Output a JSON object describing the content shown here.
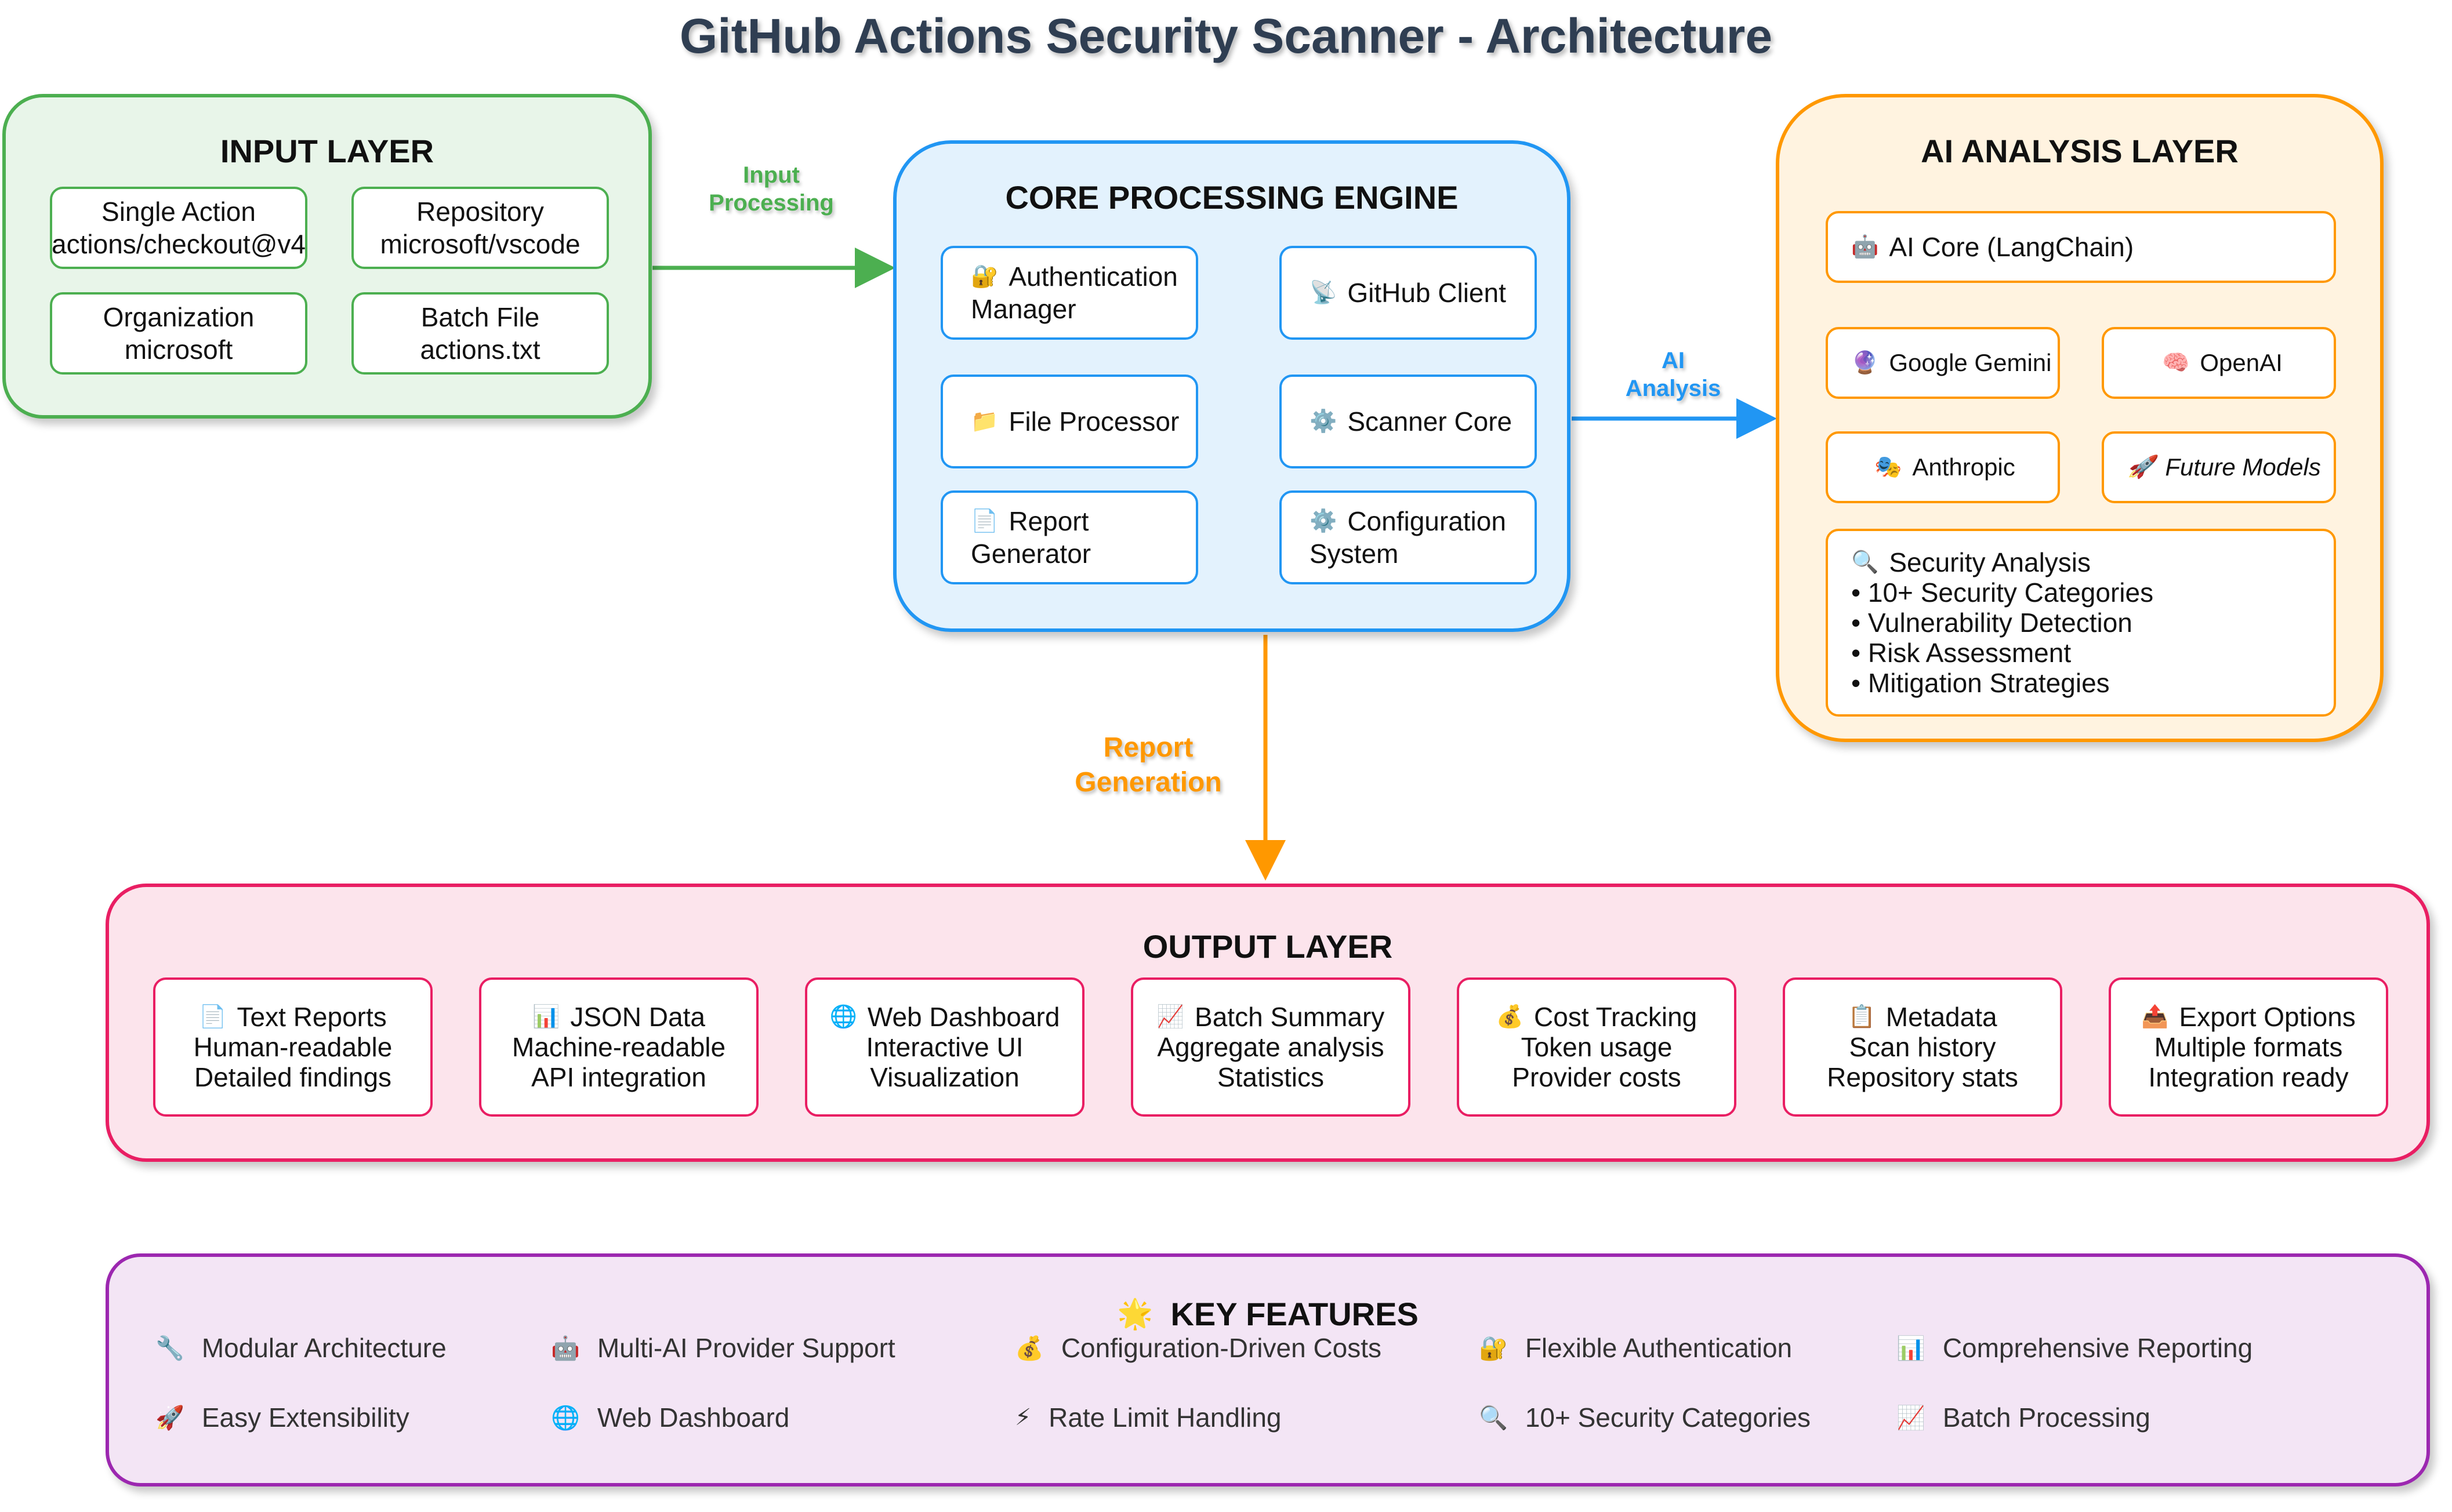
{
  "title": "GitHub Actions Security Scanner - Architecture",
  "input_layer": {
    "title": "INPUT LAYER",
    "items": [
      {
        "line1": "Single Action",
        "line2": "actions/checkout@v4"
      },
      {
        "line1": "Repository",
        "line2": "microsoft/vscode"
      },
      {
        "line1": "Organization",
        "line2": "microsoft"
      },
      {
        "line1": "Batch File",
        "line2": "actions.txt"
      }
    ]
  },
  "core_engine": {
    "title": "CORE PROCESSING ENGINE",
    "items": [
      {
        "icon": "🔐",
        "line1": "Authentication",
        "line2": "Manager"
      },
      {
        "icon": "📡",
        "line1": "GitHub Client",
        "line2": ""
      },
      {
        "icon": "📁",
        "line1": "File Processor",
        "line2": ""
      },
      {
        "icon": "⚙️",
        "line1": "Scanner Core",
        "line2": ""
      },
      {
        "icon": "📄",
        "line1": "Report",
        "line2": "Generator"
      },
      {
        "icon": "⚙️",
        "line1": "Configuration",
        "line2": "System"
      }
    ]
  },
  "ai_layer": {
    "title": "AI ANALYSIS LAYER",
    "core": {
      "icon": "🤖",
      "label": "AI Core (LangChain)"
    },
    "providers": [
      {
        "icon": "🔮",
        "label": "Google Gemini"
      },
      {
        "icon": "🧠",
        "label": "OpenAI"
      },
      {
        "icon": "🎭",
        "label": "Anthropic"
      },
      {
        "icon": "🚀",
        "label": "Future Models"
      }
    ],
    "analysis": {
      "icon": "🔍",
      "title": "Security Analysis",
      "bullets": [
        "• 10+ Security Categories",
        "• Vulnerability Detection",
        "• Risk Assessment",
        "• Mitigation Strategies"
      ]
    }
  },
  "connectors": {
    "input": {
      "line1": "Input",
      "line2": "Processing",
      "color": "#4caf50"
    },
    "ai": {
      "line1": "AI",
      "line2": "Analysis",
      "color": "#2196f3"
    },
    "report": {
      "line1": "Report",
      "line2": "Generation",
      "color": "#ff9800"
    }
  },
  "output_layer": {
    "title": "OUTPUT LAYER",
    "items": [
      {
        "icon": "📄",
        "line1": "Text Reports",
        "line2": "Human-readable",
        "line3": "Detailed findings"
      },
      {
        "icon": "📊",
        "line1": "JSON Data",
        "line2": "Machine-readable",
        "line3": "API integration"
      },
      {
        "icon": "🌐",
        "line1": "Web Dashboard",
        "line2": "Interactive UI",
        "line3": "Visualization"
      },
      {
        "icon": "📈",
        "line1": "Batch Summary",
        "line2": "Aggregate analysis",
        "line3": "Statistics"
      },
      {
        "icon": "💰",
        "line1": "Cost Tracking",
        "line2": "Token usage",
        "line3": "Provider costs"
      },
      {
        "icon": "📋",
        "line1": "Metadata",
        "line2": "Scan history",
        "line3": "Repository stats"
      },
      {
        "icon": "📤",
        "line1": "Export Options",
        "line2": "Multiple formats",
        "line3": "Integration ready"
      }
    ]
  },
  "key_features": {
    "icon": "🌟",
    "title": "KEY FEATURES",
    "items": [
      {
        "icon": "🔧",
        "label": "Modular Architecture"
      },
      {
        "icon": "🤖",
        "label": "Multi-AI Provider Support"
      },
      {
        "icon": "💰",
        "label": "Configuration-Driven Costs"
      },
      {
        "icon": "🔐",
        "label": "Flexible Authentication"
      },
      {
        "icon": "📊",
        "label": "Comprehensive Reporting"
      },
      {
        "icon": "🚀",
        "label": "Easy Extensibility"
      },
      {
        "icon": "🌐",
        "label": "Web Dashboard"
      },
      {
        "icon": "⚡",
        "label": "Rate Limit Handling"
      },
      {
        "icon": "🔍",
        "label": "10+ Security Categories"
      },
      {
        "icon": "📈",
        "label": "Batch Processing"
      }
    ]
  },
  "colors": {
    "input": "#4caf50",
    "input_bg": "#e8f5e9",
    "core": "#2196f3",
    "core_bg": "#e3f2fd",
    "ai": "#ff9800",
    "ai_bg": "#fff3e0",
    "output": "#e91e63",
    "output_bg": "#fce4ec",
    "features": "#9c27b0",
    "features_bg": "#f3e5f5"
  }
}
